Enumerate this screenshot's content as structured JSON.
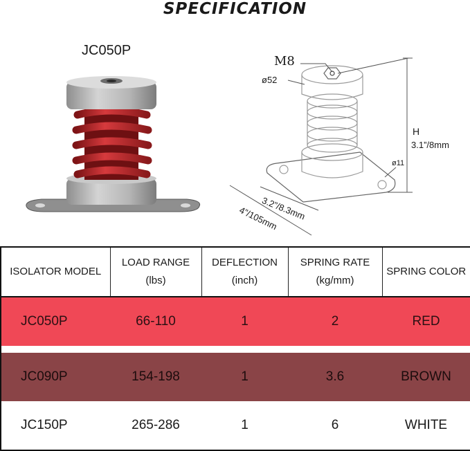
{
  "title": "SPECIFICATION",
  "product_label": "JC050P",
  "drawing": {
    "thread": "M8",
    "top_diameter": "ø52",
    "height_letter": "H",
    "height_value": "3.1”/8mm",
    "hole_diameter": "ø11",
    "base_width": "3.2”/8.3mm",
    "base_length": "4”/105mm"
  },
  "table": {
    "headers": [
      {
        "line1": "ISOLATOR MODEL",
        "line2": ""
      },
      {
        "line1": "LOAD RANGE",
        "line2": "(lbs)"
      },
      {
        "line1": "DEFLECTION",
        "line2": "(inch)"
      },
      {
        "line1": "SPRING RATE",
        "line2": "(kg/mm)"
      },
      {
        "line1": "SPRING COLOR",
        "line2": ""
      }
    ],
    "rows": [
      {
        "model": "JC050P",
        "load": "66-110",
        "deflection": "1",
        "rate": "2",
        "color": "RED",
        "bg": "#f04856"
      },
      {
        "model": "JC090P",
        "load": "154-198",
        "deflection": "1",
        "rate": "3.6",
        "color": "BROWN",
        "bg": "#8a4447"
      },
      {
        "model": "JC150P",
        "load": "265-286",
        "deflection": "1",
        "rate": "6",
        "color": "WHITE",
        "bg": "#ffffff"
      }
    ]
  },
  "colors": {
    "spring_red": "#c22a2e",
    "housing_grey": "#a9a9a9"
  }
}
